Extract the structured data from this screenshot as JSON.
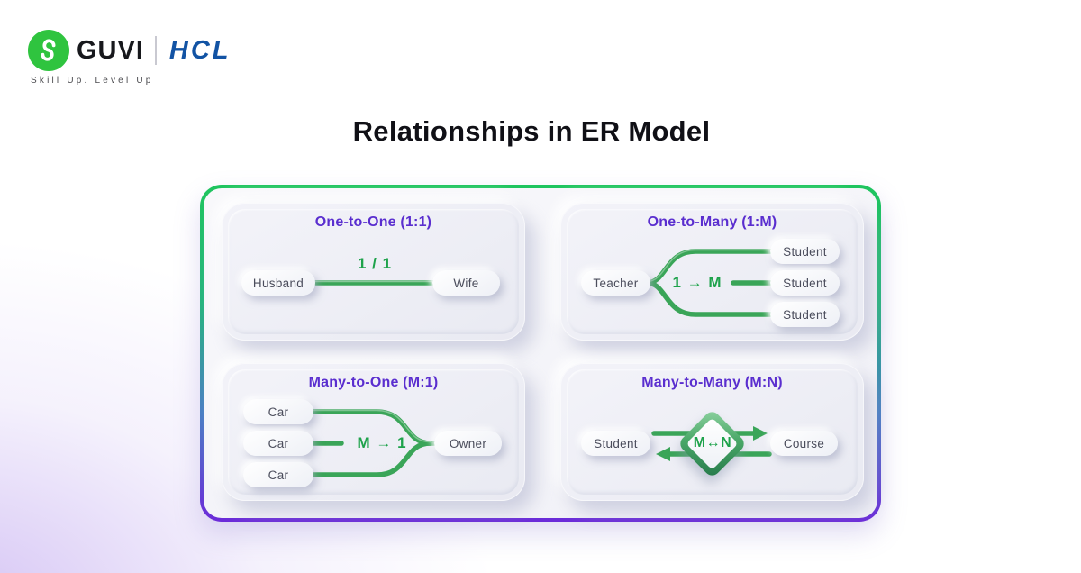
{
  "brand": {
    "guvi": "GUVI",
    "hcl": "HCL",
    "tagline": "Skill Up. Level Up",
    "guvi_green": "#2fc43f",
    "hcl_blue": "#1253a4"
  },
  "title": "Relationships in ER Model",
  "colors": {
    "heading_purple": "#5a2ecf",
    "connector_green": "#3aa558",
    "label_green": "#1ea24b",
    "frame_gradient_top": "#1fc55e",
    "frame_gradient_bottom": "#6c2bd9",
    "background_tint": "#d3c1f4"
  },
  "panels": [
    {
      "heading": "One-to-One (1:1)",
      "label": "1 / 1",
      "left_nodes": [
        "Husband"
      ],
      "right_nodes": [
        "Wife"
      ]
    },
    {
      "heading": "One-to-Many (1:M)",
      "label": "1 → M",
      "left_nodes": [
        "Teacher"
      ],
      "right_nodes": [
        "Student",
        "Student",
        "Student"
      ]
    },
    {
      "heading": "Many-to-One (M:1)",
      "label": "M → 1",
      "left_nodes": [
        "Car",
        "Car",
        "Car"
      ],
      "right_nodes": [
        "Owner"
      ]
    },
    {
      "heading": "Many-to-Many (M:N)",
      "label": "M↔N",
      "left_nodes": [
        "Student"
      ],
      "right_nodes": [
        "Course"
      ]
    }
  ]
}
